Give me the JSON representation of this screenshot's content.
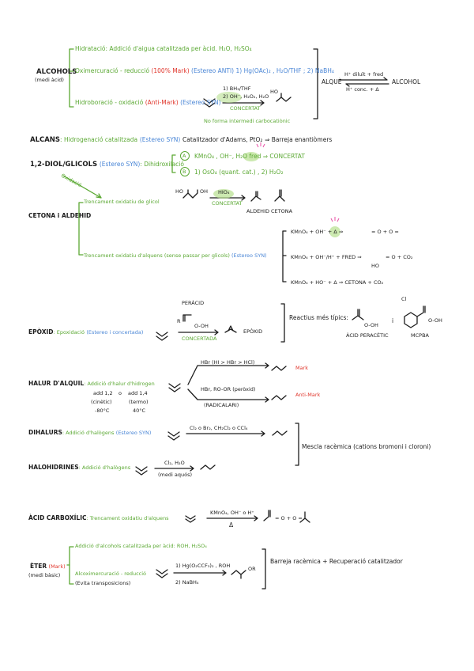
{
  "colors": {
    "green": "#5aa832",
    "blue": "#4a86d6",
    "red": "#e0352b",
    "ink": "#1c1c1c",
    "highlight": "#b7e08f",
    "pink": "#e84fa5"
  },
  "alcohols": {
    "title": "ALCOHOLS",
    "subtitle": "(medi àcid)",
    "r1": "Hidratació: Addició d'aigua catalitzada per àcid. H₂O, H₂SO₄",
    "r2_a": "Oximercuració - reducció",
    "r2_mark": "(100% Mark)",
    "r2_stereo": "(Estereo ANTI)",
    "r2_b": "1) Hg(OAc)₂ , H₂O/THF ; 2) NaBH₄",
    "r3_a": "Hidroboració - oxidació",
    "r3_mark": "(Anti-Mark)",
    "r3_stereo": "(Estereo SYN)",
    "reag1": "1) BH₃/THF",
    "reag2": "2) OH⁻, H₂O₂, H₂O",
    "product": "HO",
    "cond": "CONCERTAT",
    "note": "No forma intermedi carbocatiònic",
    "side_alkene": "ALQUÈ",
    "side_top": "H⁺ diluït + fred",
    "side_bottom": "H⁺ conc. + Δ",
    "side_alcohol": "ALCOHOL"
  },
  "alcans": {
    "title": "ALCANS",
    "text_a": ": Hidrogenació catalitzada",
    "stereo": "(Estereo SYN)",
    "text_b": "Catalitzador d'Adams, PtO₂",
    "result": "⇒ Barreja enantiòmers"
  },
  "diols": {
    "title": "1,2-DIOL/GLICOLS",
    "stereo": "(Estereo SYN)",
    "text": ": Dihidroxilació",
    "opt_a_label": "A",
    "opt_a": "KMnO₄ , OH⁻, H₂O",
    "opt_a_fred": "fred",
    "opt_a_res": "⇒ CONCERTAT",
    "opt_b_label": "B",
    "opt_b": "1) OsO₄ (quant. cat.) , 2) H₂O₂",
    "oxidacio": "Oxidació"
  },
  "cetona": {
    "title": "CETONA i ALDEHID",
    "r1": "Trencament oxidatiu de glicol",
    "diol_ho": "HO",
    "diol_oh": "OH",
    "reagent": "HIO₄",
    "cond": "CONCERTAT",
    "aldehid": "ALDEHID",
    "cetona_lbl": "CETONA",
    "r2": "Trencament oxidatiu d'alquens (sense passar per glicols)",
    "r2_stereo": "(Estereo SYN)",
    "c1": "KMnO₄ + OH⁻ + Δ ⇒",
    "c1_prod": "= O + O =",
    "c2": "KMnO₄ + OH⁻/H⁺ + FRED ⇒",
    "c2_prod": "= O + CO₂",
    "c2_ho": "HO",
    "c3": "KMnO₄ + HO⁻ + Δ ⇒ CETONA + CO₂"
  },
  "epoxid": {
    "title": "EPÒXID",
    "text": ": Epoxidació",
    "stereo": "(Estereo i concertada)",
    "reag_top": "PERÀCID",
    "reag_r": "R",
    "reag_ooh": "O-OH",
    "cond": "CONCERTADA",
    "product": "EPÒXID",
    "reactius": "Reactius més típics:",
    "i": "i",
    "acid_peracetic": "ÀCID PERACÈTIC",
    "mcpba": "MCPBA",
    "cl": "Cl",
    "ooh": "O-OH"
  },
  "halur": {
    "title": "HALUR D'ALQUIL",
    "text": ": Addició d'halur d'hidrogen",
    "top_reag": "HBr (HI > HBr > HCl)",
    "mark": "Mark",
    "bot_reag": "HBr, RO-OR (peròxid)",
    "bot_reag2": "(RADICALARI)",
    "anti_mark": "Anti-Mark",
    "add12": "add 1,2",
    "add14": "add 1,4",
    "cinetic": "(cinètic)",
    "termo": "(termo)",
    "t1": "-80°C",
    "t2": "40°C",
    "o": "o"
  },
  "dihalurs": {
    "title": "DIHALURS",
    "text": ": Addició d'halògens",
    "stereo": "(Estereo SYN)",
    "reag": "Cl₂ o Br₂, CH₂Cl₂ o CCl₄"
  },
  "halohidrines": {
    "title": "HALOHIDRINES",
    "text": ": Addició d'halògens",
    "reag": "Cl₂, H₂O",
    "cond": "(medi aquós)"
  },
  "racemic": "Mescla racèmica (cations bromoni i cloroni)",
  "acid": {
    "title": "ÀCID CARBOXÍLIC",
    "text": ": Trencament oxidatiu d'alquens",
    "reag": "KMnO₄, OH⁻ o H⁺",
    "delta": "Δ",
    "prod": "= O + O ="
  },
  "eter": {
    "title": "ÈTER",
    "mark": "(Mark)",
    "subtitle": "(medi bàsic)",
    "r1": "Addició d'alcohols catalitzada per àcid: ROH, H₂SO₄",
    "r2": "Alcoximercuració - reducció",
    "r2_note": "(Evita transposicions)",
    "reag1": "1) Hg(O₂CCF₃)₂ , ROH",
    "reag2": "2) NaBH₄",
    "prod": "OR",
    "side": "Barreja racèmica + Recuperació catalitzador"
  }
}
